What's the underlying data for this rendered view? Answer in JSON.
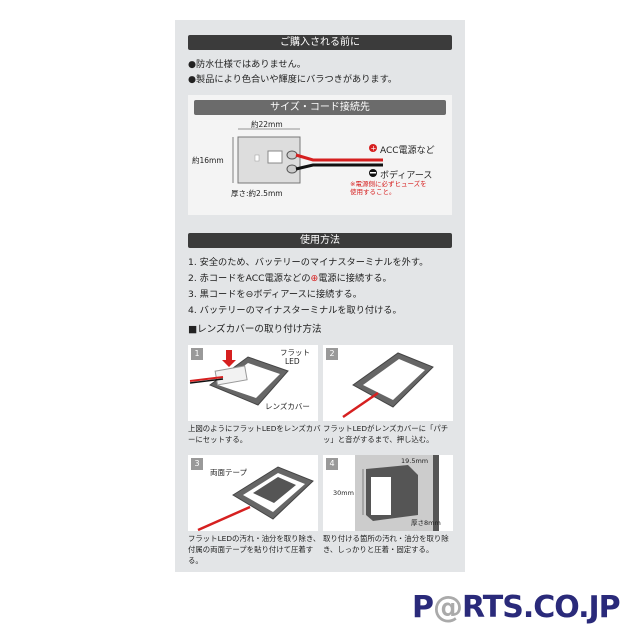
{
  "before_purchase": {
    "title": "ご購入される前に",
    "bullets": [
      "●防水仕様ではありません。",
      "●製品により色合いや輝度にバラつきがあります。"
    ]
  },
  "size": {
    "title": "サイズ・コード接続先",
    "width": "約22mm",
    "height": "約16mm",
    "thickness": "厚さ:約2.5mm",
    "acc": "ACC電源など",
    "body": "ボディアース",
    "note": "※電源側に必ずヒューズを使用すること。"
  },
  "usage": {
    "title": "使用方法",
    "steps": [
      "1. 安全のため、バッテリーのマイナスターミナルを外す。",
      "2. 赤コードをACC電源などの",
      "電源に接続する。",
      "3. 黒コードを",
      "ボディアースに接続する。",
      "4. バッテリーのマイナスターミナルを取り付ける。"
    ]
  },
  "lens": {
    "title": "■レンズカバーの取り付け方法",
    "steps": [
      {
        "num": "1",
        "label_a": "フラット",
        "label_b": "LED",
        "label_c": "レンズカバー",
        "caption": "上図のようにフラットLEDをレンズカバーにセットする。"
      },
      {
        "num": "2",
        "caption": "フラットLEDがレンズカバーに「パチッ」と音がするまで、押し込む。"
      },
      {
        "num": "3",
        "label_a": "両面テープ",
        "caption": "フラットLEDの汚れ・油分を取り除き、付属の両面テープを貼り付けて圧着する。"
      },
      {
        "num": "4",
        "dim_w": "19.5mm",
        "dim_h": "30mm",
        "dim_t": "厚さ8mm",
        "caption": "取り付ける箇所の汚れ・油分を取り除き、しっかりと圧着・固定する。"
      }
    ]
  },
  "logo": {
    "a": "P",
    "at": "@",
    "b": "RTS.CO.JP"
  },
  "colors": {
    "bar": "#3b3b3b",
    "red": "#d62020",
    "logo": "#2a2a7a"
  }
}
